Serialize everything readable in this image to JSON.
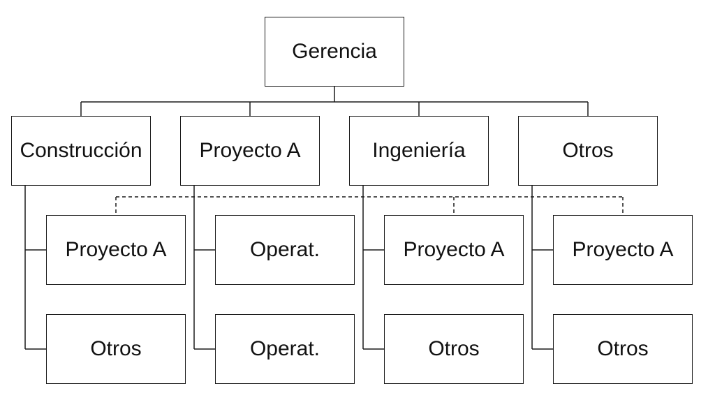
{
  "diagram": {
    "root": {
      "label": "Gerencia"
    },
    "departments": [
      {
        "label": "Construcción",
        "children": [
          "Proyecto A",
          "Otros"
        ]
      },
      {
        "label": "Proyecto A",
        "children": [
          "Operat.",
          "Operat."
        ]
      },
      {
        "label": "Ingeniería",
        "children": [
          "Proyecto A",
          "Otros"
        ]
      },
      {
        "label": "Otros",
        "children": [
          "Proyecto A",
          "Otros"
        ]
      }
    ]
  },
  "colors": {
    "line": "#1a1a1a",
    "box_border": "#1a1a1a",
    "text": "#111111",
    "background": "#ffffff"
  }
}
